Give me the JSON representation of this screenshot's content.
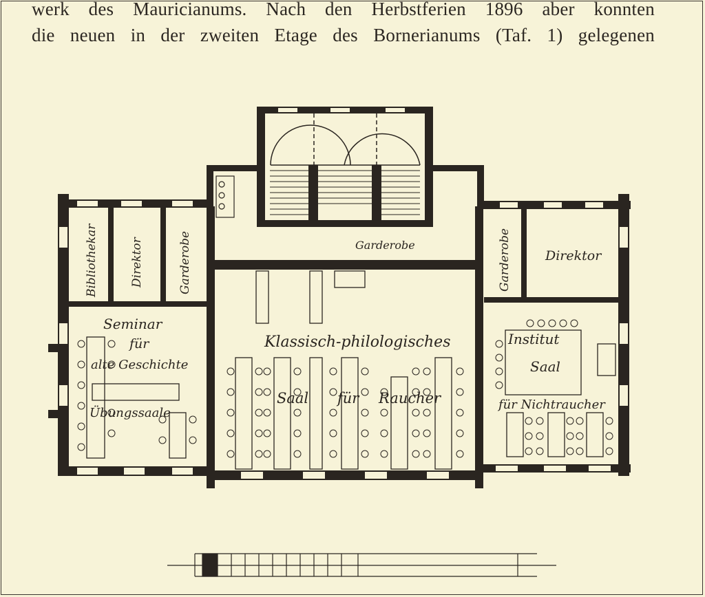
{
  "page": {
    "text_lines": [
      "werk des Mauricianums. Nach den Herbstferien 1896 aber konnten",
      "die neuen in der zweiten Etage des Bornerianums (Taf. 1) gelegenen"
    ]
  },
  "floor_plan": {
    "rooms": {
      "bibliothekar": "Bibliothekar",
      "direktor_left": "Direktor",
      "garderobe_left": "Garderobe",
      "garderobe_top": "Garderobe",
      "garderobe_right": "Garderobe",
      "direktor_right": "Direktor",
      "seminar_1": "Seminar",
      "seminar_2": "für",
      "seminar_3": "alte Geschichte",
      "uebungssaale": "Übungssaale",
      "main_title": "Klassisch-philologisches",
      "main_saal": "Saal",
      "main_fuer": "für",
      "main_raucher": "Raucher",
      "institut": "Institut",
      "institut_saal": "Saal",
      "nichtraucher": "für Nichtraucher"
    }
  },
  "colors": {
    "paper": "#f7f3d8",
    "ink": "#2a2520"
  }
}
